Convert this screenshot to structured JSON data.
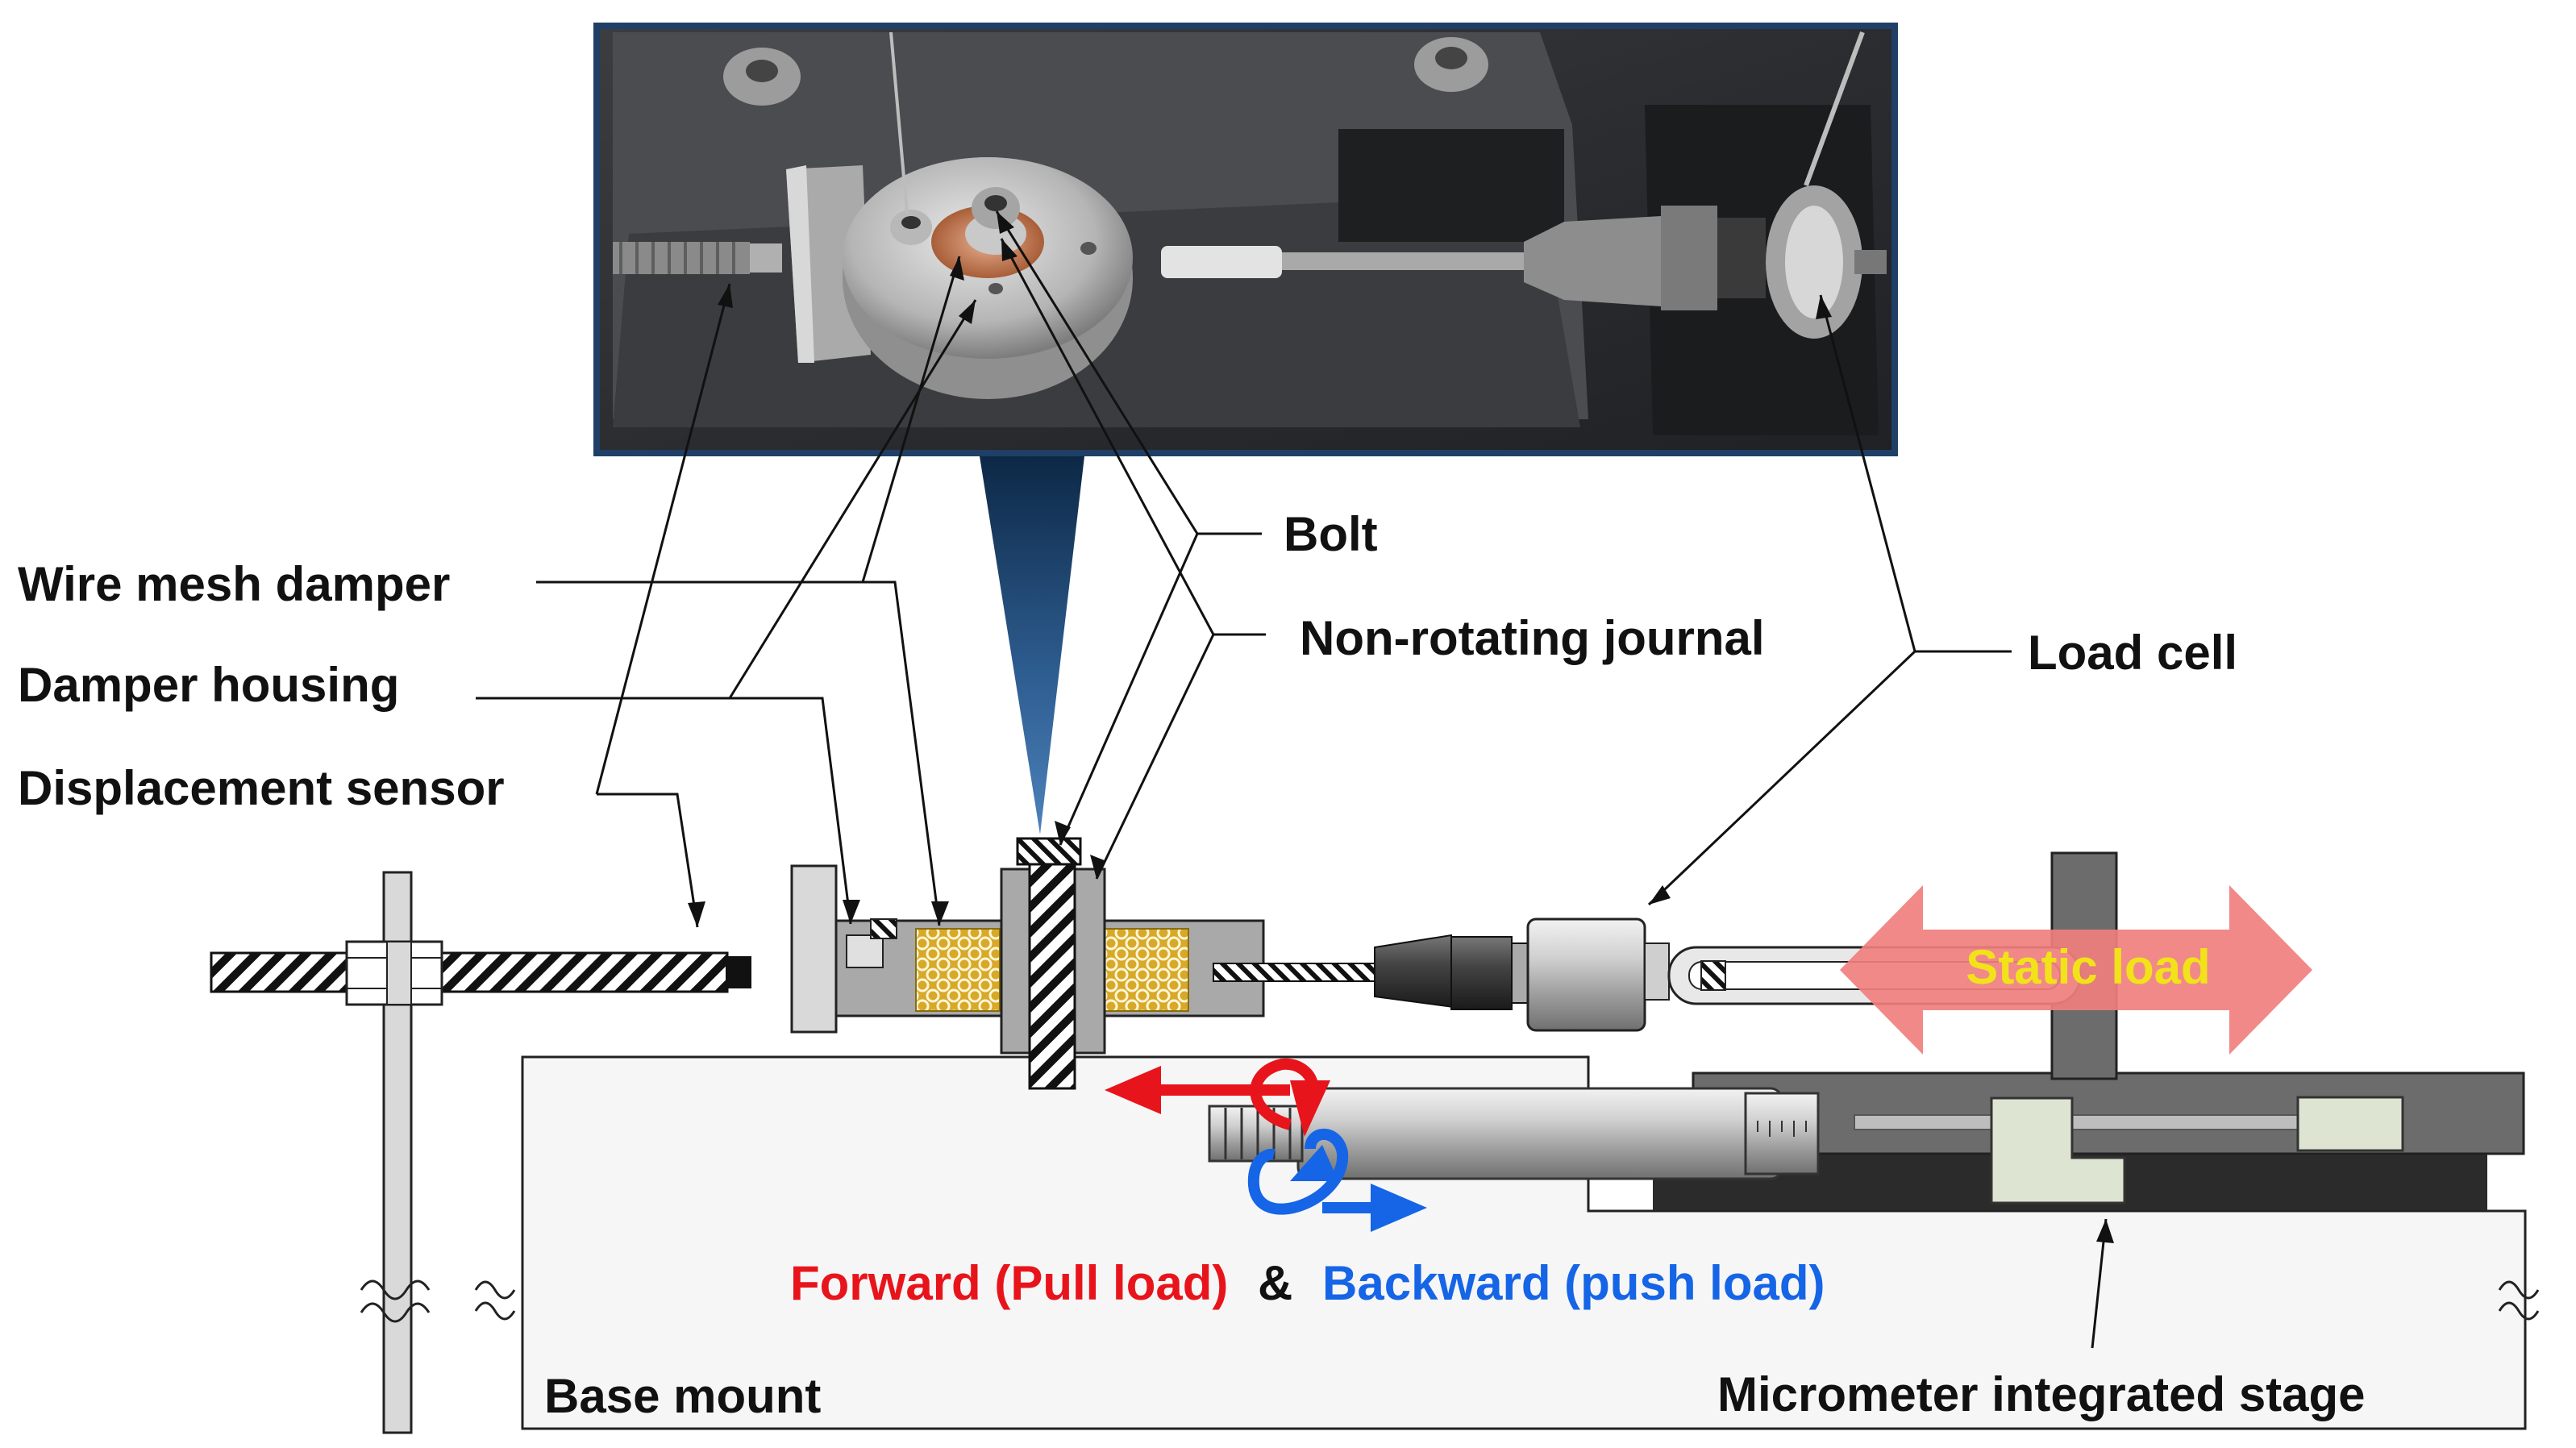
{
  "labels": {
    "bolt": "Bolt",
    "journal": "Non-rotating journal",
    "wire_mesh": "Wire mesh damper",
    "housing": "Damper housing",
    "sensor": "Displacement sensor",
    "load_cell": "Load cell",
    "static_load": "Static load",
    "forward": "Forward (Pull load)",
    "amp": "&",
    "backward": "Backward (push load)",
    "base": "Base mount",
    "stage": "Micrometer integrated stage"
  },
  "colors": {
    "frame": "#1f3f66",
    "forward": "#e8141b",
    "backward": "#1565e6",
    "static_arrow": "#f07f7f",
    "static_text": "#f2e21a",
    "mesh": "#d8a928",
    "base_fill": "#f4f4f4",
    "stage_dark": "#6c6c6c"
  }
}
